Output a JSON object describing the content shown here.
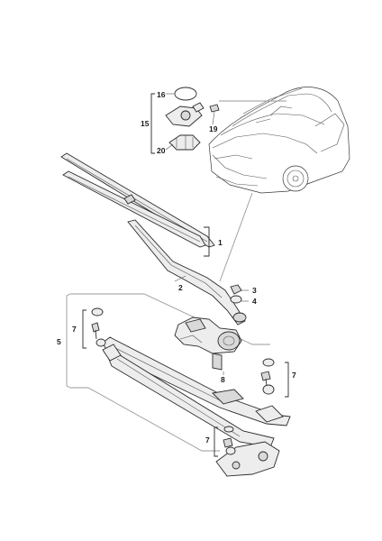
{
  "labels": {
    "l1": "1",
    "l2": "2",
    "l3": "3",
    "l4": "4",
    "l5": "5",
    "l7a": "7",
    "l7b": "7",
    "l7c": "7",
    "l8": "8",
    "l15": "15",
    "l16": "16",
    "l19": "19",
    "l20": "20"
  },
  "icons": {
    "car": "car-front-outline",
    "rain_sensor": "rain-sensor-assembly",
    "wiper_motor": "wiper-motor",
    "linkage": "wiper-linkage-frame"
  }
}
